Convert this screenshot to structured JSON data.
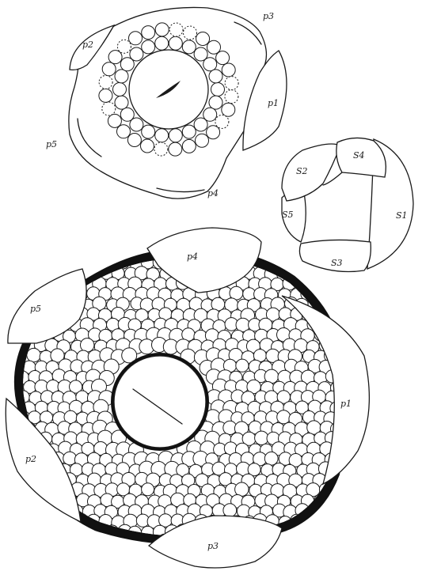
{
  "figures": {
    "top_flower": {
      "labels": {
        "p1": "p1",
        "p2": "p2",
        "p3": "p3",
        "p4": "p4",
        "p5": "p5"
      }
    },
    "bud": {
      "labels": {
        "s1": "S1",
        "s2": "S2",
        "s3": "S3",
        "s4": "S4",
        "s5": "S5"
      }
    },
    "bottom_flower": {
      "labels": {
        "p1": "p1",
        "p2": "p2",
        "p3": "p3",
        "p4": "p4",
        "p5": "p5"
      }
    }
  },
  "colors": {
    "ink": "#1a1a1a",
    "paper": "#ffffff"
  }
}
